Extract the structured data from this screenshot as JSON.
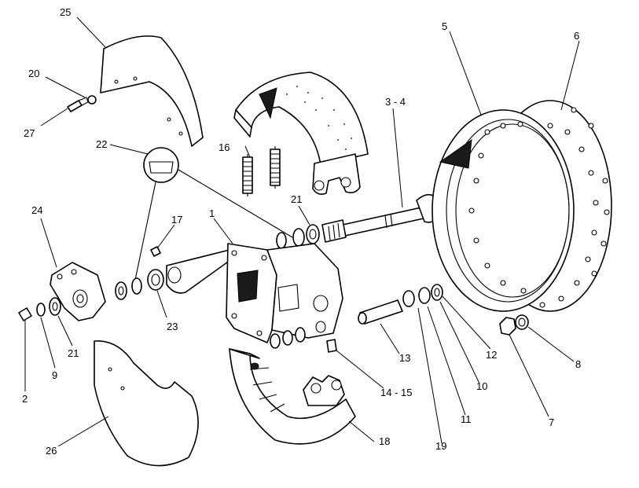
{
  "labels": {
    "l1": "1",
    "l2": "2",
    "l3_4": "3 - 4",
    "l5": "5",
    "l6": "6",
    "l7": "7",
    "l8": "8",
    "l9": "9",
    "l10": "10",
    "l11": "11",
    "l12": "12",
    "l13": "13",
    "l14_15": "14 - 15",
    "l16": "16",
    "l17": "17",
    "l18": "18",
    "l19": "19",
    "l20": "20",
    "l21a": "21",
    "l21b": "21",
    "l22": "22",
    "l23": "23",
    "l24": "24",
    "l25": "25",
    "l26": "26",
    "l27": "27"
  },
  "colors": {
    "ink": "#000000",
    "paper": "#ffffff"
  }
}
